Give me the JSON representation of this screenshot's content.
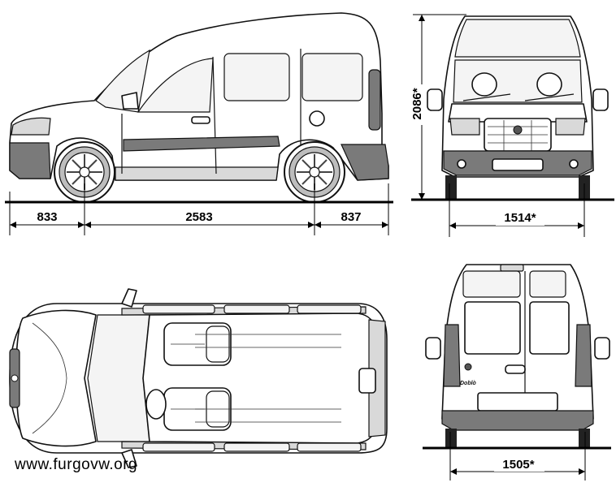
{
  "dimensions": {
    "front_overhang": "833",
    "wheelbase": "2583",
    "rear_overhang": "837",
    "height": "2086*",
    "front_track": "1514*",
    "rear_track": "1505*"
  },
  "watermark": "www.furgovw.org",
  "badge_text": "Doblò"
}
